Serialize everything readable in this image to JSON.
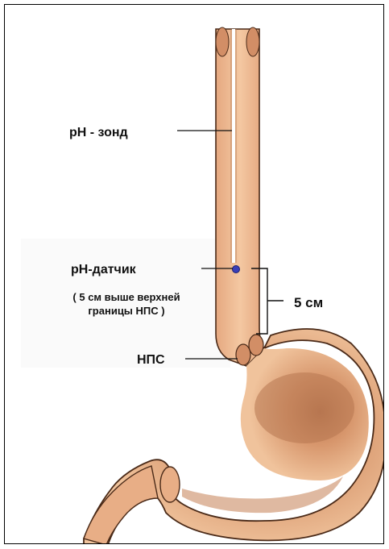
{
  "labels": {
    "probe": "pH - зонд",
    "sensor": "pH-датчик",
    "sensor_note_line1": "( 5 см выше верхней",
    "sensor_note_line2": "границы НПС )",
    "distance": "5 см",
    "les": "НПС"
  },
  "colors": {
    "tissue": "#f0bf96",
    "tissue_outline": "#4a2a18",
    "tissue_shadow": "#c98a62",
    "stomach_inner": "#b77650",
    "probe_line": "#ffffff",
    "sensor_dot": "#3a3fb8",
    "annotation_line": "#111111"
  }
}
